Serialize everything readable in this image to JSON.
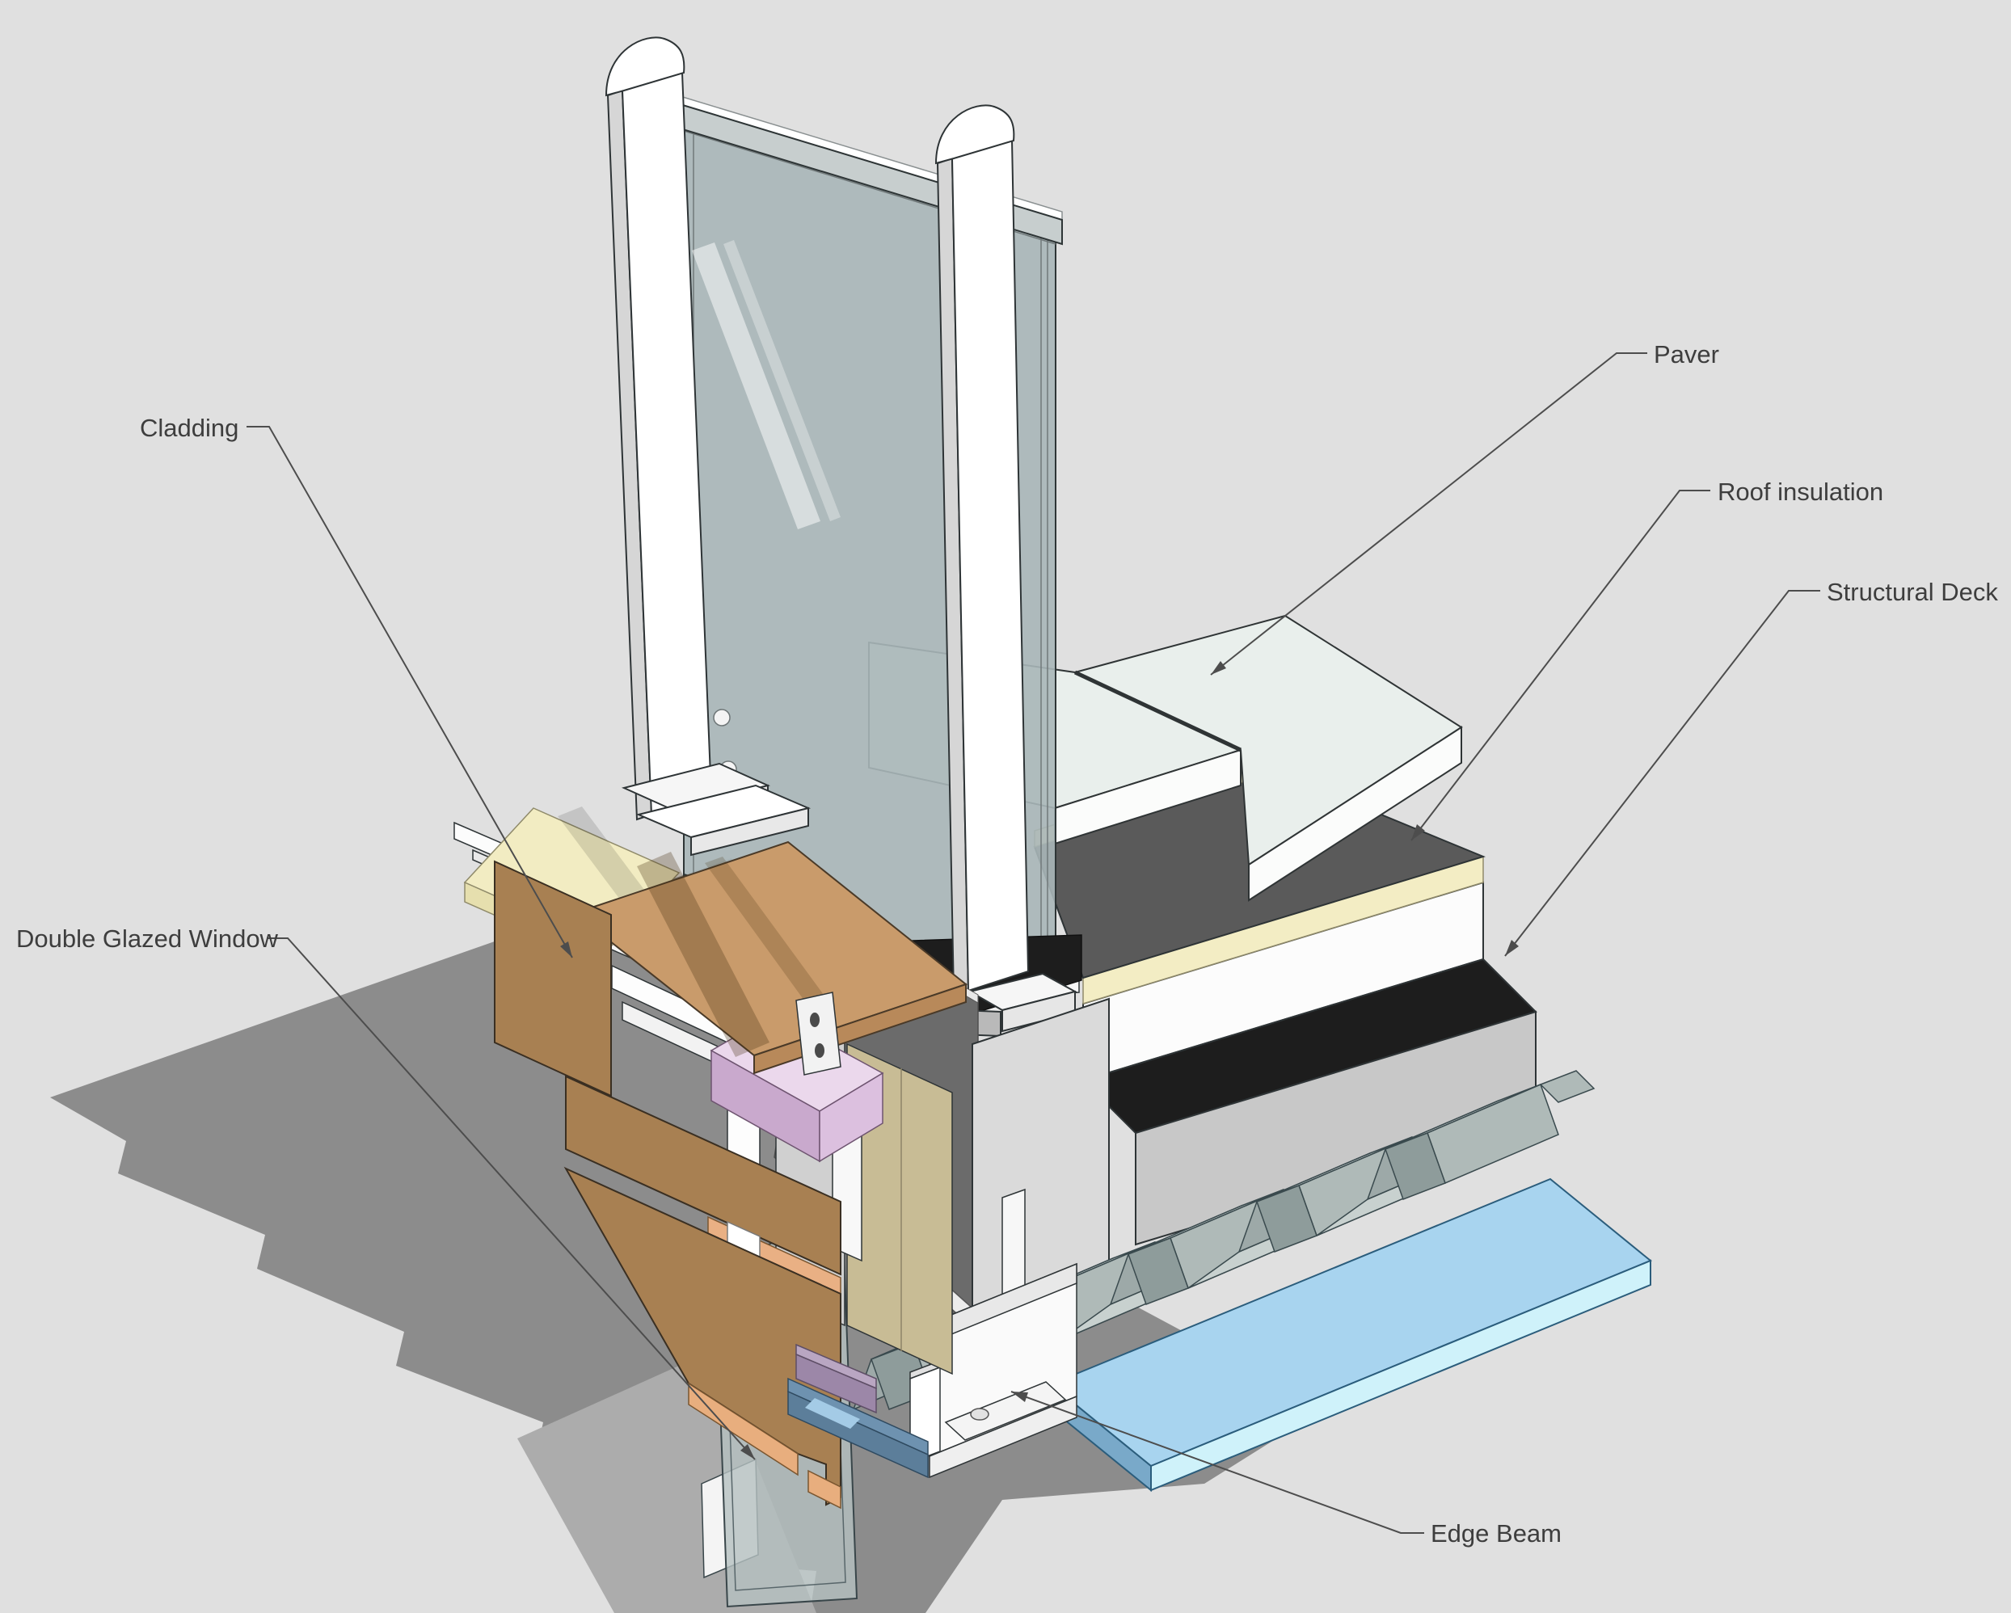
{
  "view": {
    "type": "3d-construction-detail",
    "background_color": "#E0E0E0",
    "annotation_text_color": "#3E3E3E",
    "leader_line_color": "#4D4D4D"
  },
  "labels": [
    {
      "id": "cladding",
      "text": "Cladding"
    },
    {
      "id": "paver",
      "text": "Paver"
    },
    {
      "id": "roof_insulation",
      "text": "Roof insulation"
    },
    {
      "id": "structural_deck",
      "text": "Structural Deck"
    },
    {
      "id": "double_glazed_window",
      "text": "Double Glazed Window"
    },
    {
      "id": "edge_beam",
      "text": "Edge Beam"
    }
  ],
  "materials": {
    "paver_top": "#E9EFEC",
    "roof_insulation_top": "#5A5A5A",
    "insulation_edge_cream": "#F3EDC4",
    "membrane_black": "#1D1D1D",
    "concrete_white": "#FCFCFC",
    "metal_deck_gray": "#D2DAD8",
    "soffit_board_blue": "#A8D4EF",
    "cladding_brown": "#A88052",
    "cladding_tan": "#C99B6B",
    "insulation_pink": "#EBD8EC",
    "head_strip_mauve": "#9C87A8",
    "sill_steel_blue": "#6E92B0",
    "window_glass": "#B5C1C1",
    "balustrade_glass": "#A9B6B8",
    "shadow_gray": "#8C8C8C"
  }
}
